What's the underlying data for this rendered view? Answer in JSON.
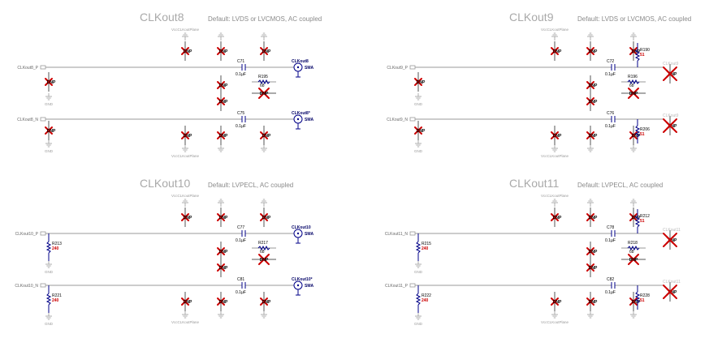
{
  "blocks": [
    {
      "title": "CLKout8",
      "subtitle": "Default: LVDS or LVCMOS, AC coupled",
      "net_p": "CLKout8_P",
      "net_n": "CLKout8_N",
      "cap_p": "C71",
      "cap_n": "C75",
      "cap_value": "0.1µF",
      "series_res": "R195",
      "series_res_value": "68",
      "conn_p": "CLKout8",
      "conn_n": "CLKout8*",
      "sma": "SMA",
      "vcc": "VccCLKoutPlane",
      "gnd": "GND",
      "dnp": "DNP",
      "load_p": "",
      "load_n": "",
      "load_p_value": "",
      "load_n_value": "",
      "pull_p": "",
      "pull_n": "",
      "pull_p_value": "",
      "pull_n_value": ""
    },
    {
      "title": "CLKout9",
      "subtitle": "Default: LVDS or LVCMOS, AC coupled",
      "net_p": "CLKout9_P",
      "net_n": "CLKout9_N",
      "cap_p": "C72",
      "cap_n": "C76",
      "cap_value": "0.1µF",
      "series_res": "R196",
      "series_res_value": "68",
      "conn_p": "CLKout9",
      "conn_n": "CLKout9",
      "sma": "SMA",
      "vcc": "VccCLKoutPlane",
      "gnd": "GND",
      "dnp": "DNP",
      "load_p": "",
      "load_n": "",
      "load_p_value": "",
      "load_n_value": "",
      "pull_p": "R190",
      "pull_n": "R206",
      "pull_p_value": "51",
      "pull_n_value": "51"
    },
    {
      "title": "CLKout10",
      "subtitle": "Default: LVPECL, AC coupled",
      "net_p": "CLKout10_P",
      "net_n": "CLKout10_N",
      "cap_p": "C77",
      "cap_n": "C81",
      "cap_value": "0.1µF",
      "series_res": "R217",
      "series_res_value": "68",
      "conn_p": "CLKout10",
      "conn_n": "CLKout10*",
      "sma": "SMA",
      "vcc": "VccCLKoutPlane",
      "gnd": "GND",
      "dnp": "DNP",
      "load_p": "R213",
      "load_n": "R221",
      "load_p_value": "240",
      "load_n_value": "240",
      "pull_p": "",
      "pull_n": "",
      "pull_p_value": "",
      "pull_n_value": ""
    },
    {
      "title": "CLKout11",
      "subtitle": "Default: LVPECL, AC coupled",
      "net_p": "CLKout11_N",
      "net_n": "CLKout11_P",
      "cap_p": "C78",
      "cap_n": "C82",
      "cap_value": "0.1µF",
      "series_res": "R218",
      "series_res_value": "68",
      "conn_p": "CLKout11",
      "conn_n": "CLKout11",
      "sma": "SMA",
      "vcc": "VccCLKoutPlane",
      "gnd": "GND",
      "dnp": "DNP",
      "load_p": "R215",
      "load_n": "R222",
      "load_p_value": "240",
      "load_n_value": "240",
      "pull_p": "R212",
      "pull_n": "R228",
      "pull_p_value": "51",
      "pull_n_value": "51"
    }
  ]
}
